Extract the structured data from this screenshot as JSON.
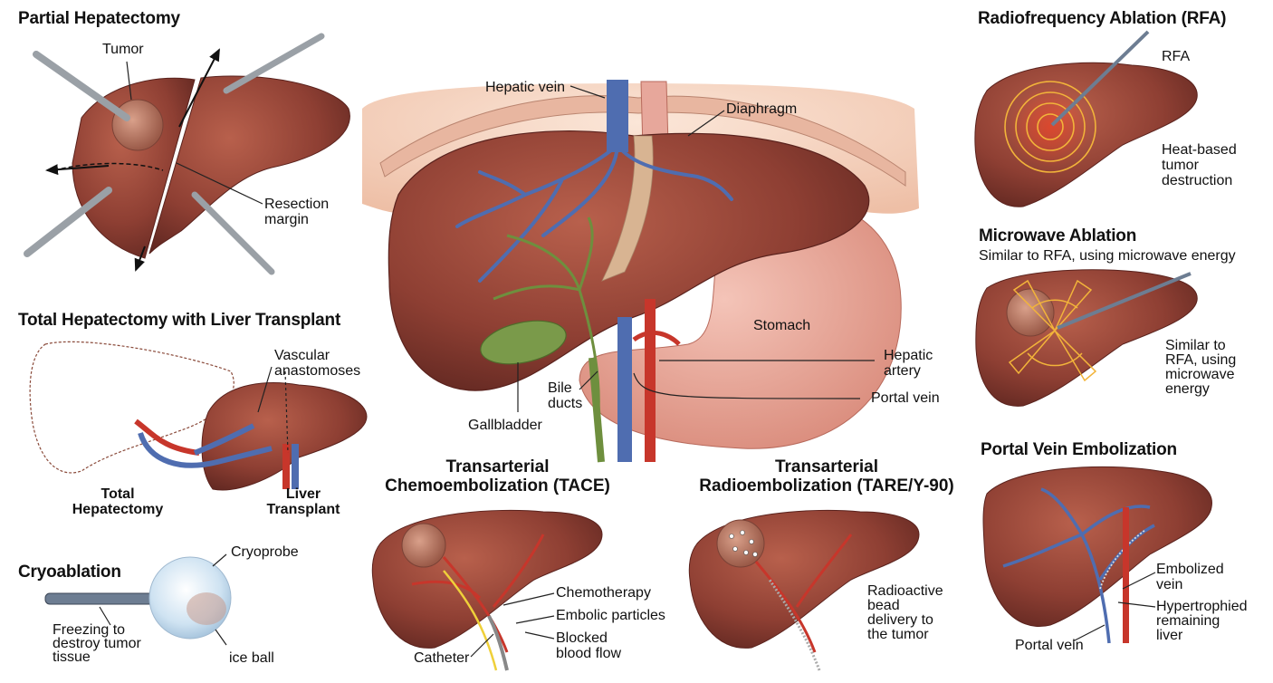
{
  "colors": {
    "liver": "#8e3f33",
    "liver_light": "#b45a48",
    "vein_blue": "#4f6db0",
    "artery_red": "#c7362b",
    "bile_green": "#6e8f3e",
    "gallbladder": "#7a9a4a",
    "stomach": "#e7a79b",
    "skin": "#f3d2bf"
  },
  "sections": {
    "partial": {
      "title": "Partial Hepatectomy",
      "tumor": "Tumor",
      "resection": "Resection\nmargin"
    },
    "total": {
      "title": "Total Hepatectomy with Liver Transplant",
      "vascular": "Vascular\nanastomoses",
      "total_hep": "Total\nHepatectomy",
      "transplant": "Liver\nTransplant"
    },
    "cryo": {
      "title": "Cryoablation",
      "cryoprobe": "Cryoprobe",
      "freezing": "Freezing to\ndestroy tumor\ntissue",
      "iceball": "ice ball"
    },
    "center": {
      "hepatic_vein": "Hepatic vein",
      "diaphragm": "Diaphragm",
      "stomach": "Stomach",
      "hepatic_artery": "Hepatic\nartery",
      "portal_vein": "Portal vein",
      "bile_ducts": "Bile\nducts",
      "gallbladder": "Gallbladder"
    },
    "tace": {
      "title": "Transarterial\nChemoembolization (TACE)",
      "chemo": "Chemotherapy",
      "embolic": "Embolic particles",
      "blocked": "Blocked\nblood flow",
      "catheter": "Catheter"
    },
    "tare": {
      "title": "Transarterial\nRadioembolization (TARE/Y-90)",
      "desc": "Radioactive\nbead\ndelivery to\nthe tumor"
    },
    "rfa": {
      "title": "Radiofrequency Ablation (RFA)",
      "rfa": "RFA",
      "desc": "Heat-based\ntumor\ndestruction"
    },
    "mwa": {
      "title": "Microwave Ablation",
      "subtitle": "Similar to RFA, using microwave energy",
      "desc": "Similar to\nRFA, using\nmicrowave\nenergy"
    },
    "pve": {
      "title": "Portal Vein Embolization",
      "embolized": "Embolized\nvein",
      "hypertrophied": "Hypertrophied\nremaining\nliver",
      "portal_vein": "Portal vein"
    }
  }
}
